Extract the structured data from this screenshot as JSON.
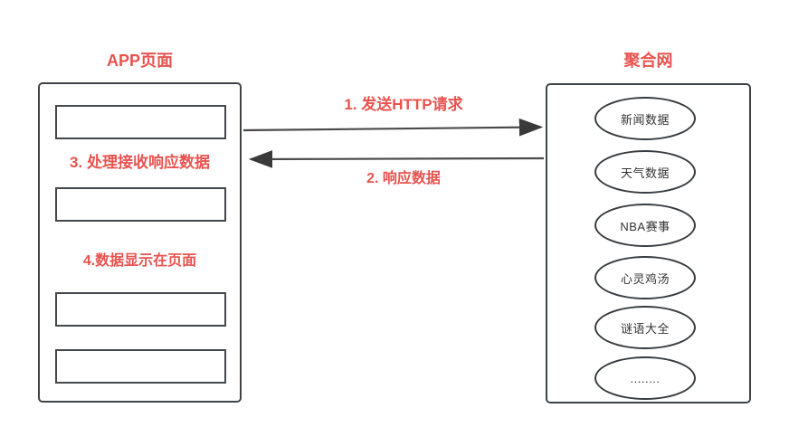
{
  "colors": {
    "accent": "#e8534f",
    "box_stroke": "#3f4347",
    "arrow_stroke": "#4a4a4a",
    "node_text": "#333333",
    "background": "#ffffff"
  },
  "app_panel": {
    "title": "APP页面",
    "step3_label": "3. 处理接收响应数据",
    "step4_label": "4.数据显示在页面",
    "placeholder_slots": 4
  },
  "aggregator_panel": {
    "title": "聚合网",
    "nodes": [
      {
        "label": "新闻数据"
      },
      {
        "label": "天气数据"
      },
      {
        "label": "NBA赛事"
      },
      {
        "label": "心灵鸡汤"
      },
      {
        "label": "谜语大全"
      },
      {
        "label": "........"
      }
    ]
  },
  "arrows": {
    "request_label": "1. 发送HTTP请求",
    "response_label": "2. 响应数据"
  }
}
